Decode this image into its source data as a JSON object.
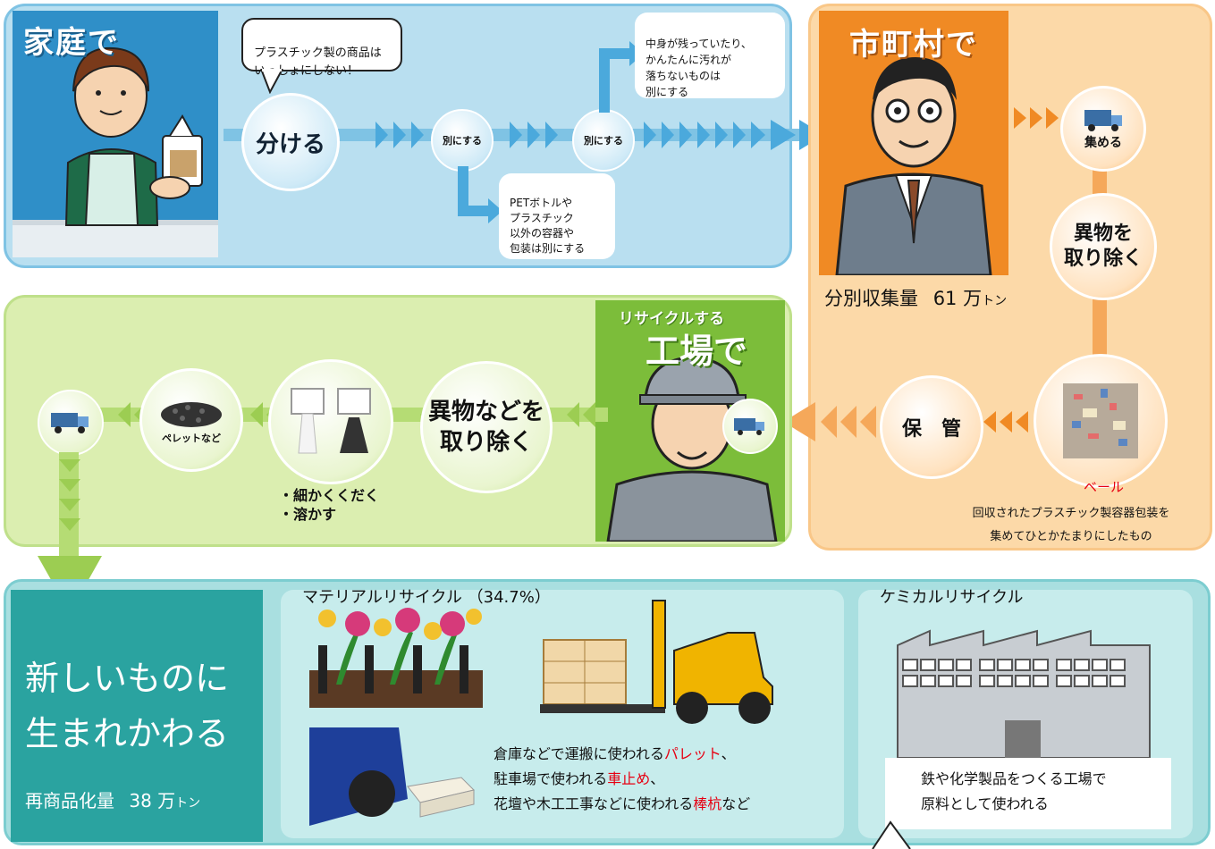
{
  "colors": {
    "household_bg": "#b9dff0",
    "household_border": "#2f8fc8",
    "municipal_bg": "#fcd9a8",
    "municipal_border": "#f08a24",
    "factory_bg": "#dbeeb0",
    "factory_border": "#7cbd3a",
    "result_bg": "#a9dfe0",
    "result_dark": "#2aa3a0",
    "accent_red": "#e60012"
  },
  "household": {
    "title": "家庭で",
    "bubble_text": "プラスチック製の商品は\nいっしょにしない！",
    "separate_label": "分ける",
    "step1_label": "別にする",
    "step2_label": "別にする",
    "branch_down_text": "PETボトルや\nプラスチック\n以外の容器や\n包装は別にする",
    "branch_up_text": "中身が残っていたり、\nかんたんに汚れが\n落ちないものは\n別にする"
  },
  "municipal": {
    "title": "市町村で",
    "collect_label": "集める",
    "remove_label": "異物を\n取り除く",
    "amount_label": "分別収集量",
    "amount_value": "61",
    "amount_unit_main": "万",
    "amount_unit_small": "トン",
    "bale_label": "ベール",
    "bale_desc": "回収されたプラスチック製容器包装を\n集めてひとかたまりにしたもの",
    "store_label": "保　管"
  },
  "factory": {
    "title_small": "リサイクルする",
    "title_big": "工場で",
    "remove_label": "異物などを\n取り除く",
    "crush_label": "・細かくくだく\n・溶かす",
    "pellet_label": "ペレットなど"
  },
  "result": {
    "main_text": "新しいものに\n生まれかわる",
    "amount_label": "再商品化量",
    "amount_value": "38",
    "amount_unit_main": "万",
    "amount_unit_small": "トン"
  },
  "material": {
    "title": "マテリアルリサイクル",
    "percent": "（34.7%）",
    "line1_pre": "倉庫などで運搬に使われる",
    "line1_red": "パレット",
    "line1_post": "、",
    "line2_pre": "駐車場で使われる",
    "line2_red": "車止め",
    "line2_post": "、",
    "line3_pre": "花壇や木工工事などに使われる",
    "line3_red": "棒杭",
    "line3_post": "など"
  },
  "chemical": {
    "title": "ケミカルリサイクル",
    "desc": "鉄や化学製品をつくる工場で\n原料として使われる"
  }
}
